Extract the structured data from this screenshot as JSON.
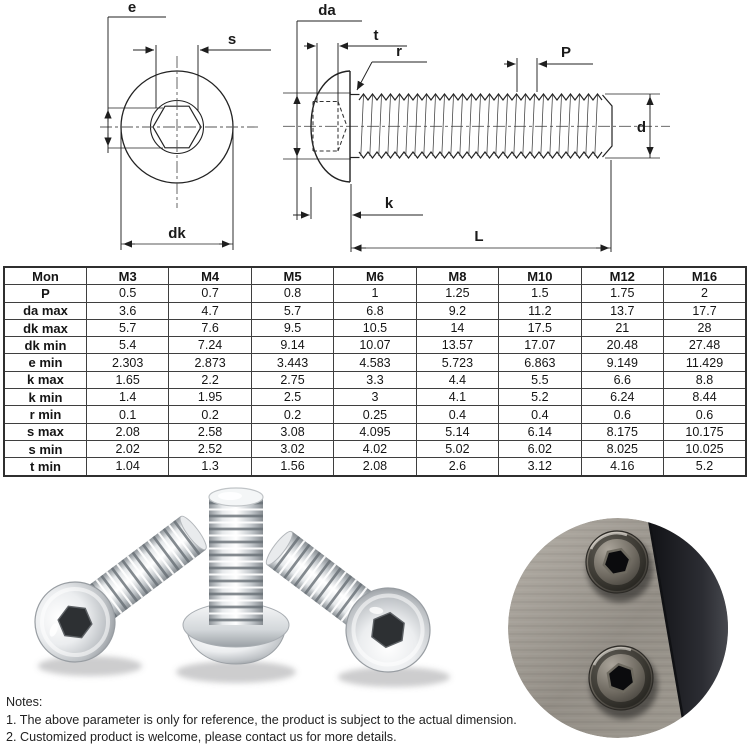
{
  "diagram": {
    "labels": {
      "e": "e",
      "s": "s",
      "dk": "dk",
      "da": "da",
      "t": "t",
      "r": "r",
      "P": "P",
      "d": "d",
      "k": "k",
      "L": "L"
    }
  },
  "spec_table": {
    "columns": [
      "Mon",
      "M3",
      "M4",
      "M5",
      "M6",
      "M8",
      "M10",
      "M12",
      "M16"
    ],
    "rows": [
      {
        "label": "P",
        "values": [
          "0.5",
          "0.7",
          "0.8",
          "1",
          "1.25",
          "1.5",
          "1.75",
          "2"
        ]
      },
      {
        "label": "da max",
        "values": [
          "3.6",
          "4.7",
          "5.7",
          "6.8",
          "9.2",
          "11.2",
          "13.7",
          "17.7"
        ]
      },
      {
        "label": "dk max",
        "values": [
          "5.7",
          "7.6",
          "9.5",
          "10.5",
          "14",
          "17.5",
          "21",
          "28"
        ]
      },
      {
        "label": "dk min",
        "values": [
          "5.4",
          "7.24",
          "9.14",
          "10.07",
          "13.57",
          "17.07",
          "20.48",
          "27.48"
        ]
      },
      {
        "label": "e min",
        "values": [
          "2.303",
          "2.873",
          "3.443",
          "4.583",
          "5.723",
          "6.863",
          "9.149",
          "11.429"
        ]
      },
      {
        "label": "k max",
        "values": [
          "1.65",
          "2.2",
          "2.75",
          "3.3",
          "4.4",
          "5.5",
          "6.6",
          "8.8"
        ]
      },
      {
        "label": "k min",
        "values": [
          "1.4",
          "1.95",
          "2.5",
          "3",
          "4.1",
          "5.2",
          "6.24",
          "8.44"
        ]
      },
      {
        "label": "r min",
        "values": [
          "0.1",
          "0.2",
          "0.2",
          "0.25",
          "0.4",
          "0.4",
          "0.6",
          "0.6"
        ]
      },
      {
        "label": "s max",
        "values": [
          "2.08",
          "2.58",
          "3.08",
          "4.095",
          "5.14",
          "6.14",
          "8.175",
          "10.175"
        ]
      },
      {
        "label": "s min",
        "values": [
          "2.02",
          "2.52",
          "3.02",
          "4.02",
          "5.02",
          "6.02",
          "8.025",
          "10.025"
        ]
      },
      {
        "label": "t min",
        "values": [
          "1.04",
          "1.3",
          "1.56",
          "2.08",
          "2.6",
          "3.12",
          "4.16",
          "5.2"
        ]
      }
    ]
  },
  "notes": {
    "heading": "Notes:",
    "items": [
      "1. The above parameter is only for reference, the product is subject to the actual dimension.",
      "2. Customized product is welcome, please contact us for more details."
    ]
  },
  "colors": {
    "line": "#222222",
    "table_border": "#3f3f3f",
    "steel_light": "#f2f3f4",
    "steel_dark": "#8f959a",
    "plate": "#9a958e",
    "plate_edge_dark": "#17181c"
  }
}
